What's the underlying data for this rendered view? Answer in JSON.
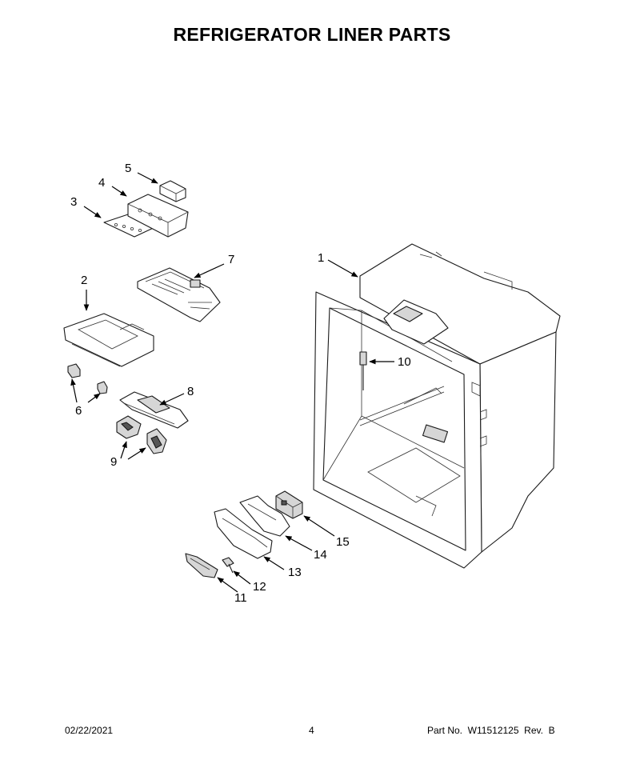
{
  "title": "REFRIGERATOR LINER PARTS",
  "callouts": {
    "c1": "1",
    "c2": "2",
    "c3": "3",
    "c4": "4",
    "c5": "5",
    "c6": "6",
    "c7": "7",
    "c8": "8",
    "c9": "9",
    "c10": "10",
    "c11": "11",
    "c12": "12",
    "c13": "13",
    "c14": "14",
    "c15": "15"
  },
  "footer": {
    "date": "02/22/2021",
    "page": "4",
    "part_number": "Part No.  W11512125  Rev.  B"
  }
}
